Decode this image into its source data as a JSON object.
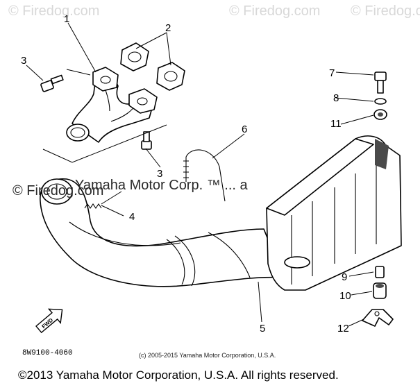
{
  "watermarks": {
    "top_left": "© Firedog.com",
    "top_center": "© Firedog.com",
    "top_right": "© Firedog.com",
    "mid_left": "© Firedog.com",
    "center_text": "Yamaha Motor Corp. ™ ... a"
  },
  "callouts": [
    "1",
    "2",
    "3",
    "3",
    "4",
    "5",
    "6",
    "7",
    "8",
    "11",
    "9",
    "10",
    "12"
  ],
  "part_code": "8W9100-4060",
  "footer": {
    "source_credit": "(c) 2005-2015 Yamaha Motor Corporation, U.S.A.",
    "copyright": "©2013 Yamaha Motor Corporation, U.S.A. All rights reserved."
  },
  "icons": [
    "fwd-arrow-icon"
  ]
}
